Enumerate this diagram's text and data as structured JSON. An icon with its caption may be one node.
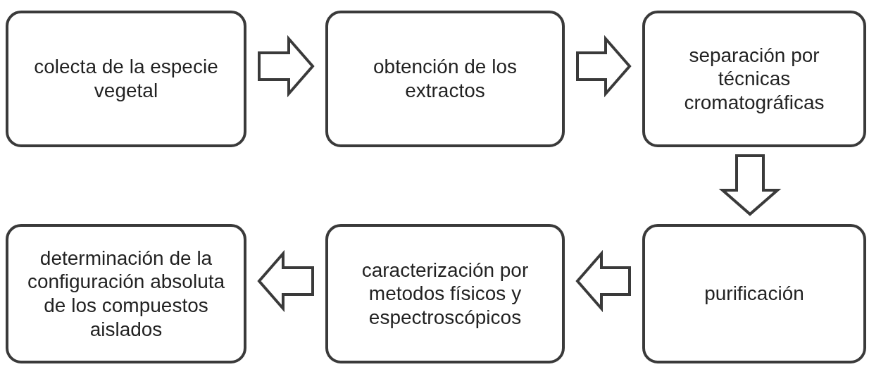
{
  "diagram": {
    "nodes": [
      {
        "text": [
          "colecta de la especie vegetal"
        ]
      },
      {
        "text": [
          "obtención de los extractos"
        ]
      },
      {
        "text": [
          "separación por técnicas cromatográficas"
        ]
      },
      {
        "text": [
          "purificación"
        ]
      },
      {
        "text": [
          "caracterización por metodos físicos y espectroscópicos"
        ]
      },
      {
        "text": [
          "determinación de la configuración absoluta de los compuestos aislados"
        ]
      }
    ],
    "edges": [
      {
        "from": 0,
        "to": 1,
        "arrow": "to"
      },
      {
        "from": 1,
        "to": 2,
        "arrow": "to"
      },
      {
        "from": 2,
        "to": 3,
        "arrow": "to"
      },
      {
        "from": 3,
        "to": 4,
        "arrow": "to"
      },
      {
        "from": 4,
        "to": 5,
        "arrow": "to"
      }
    ]
  }
}
